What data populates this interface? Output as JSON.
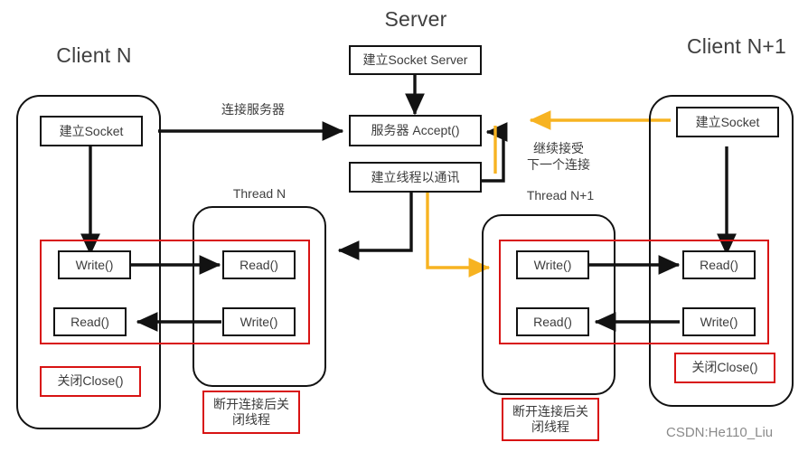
{
  "diagram": {
    "title_left": "Client N",
    "title_center": "Server",
    "title_right": "Client N+1",
    "thread_left_label": "Thread N",
    "thread_right_label": "Thread N+1",
    "watermark": "CSDN:He110_Liu"
  },
  "colors": {
    "stroke_black": "#121212",
    "stroke_red": "#d81313",
    "stroke_orange": "#f7b321",
    "text": "#3c3c3c",
    "background": "#ffffff"
  },
  "server": {
    "create_socket_server": "建立Socket Server",
    "accept": "服务器 Accept()",
    "create_thread": "建立线程以通讯"
  },
  "client_left": {
    "create_socket": "建立Socket",
    "write": "Write()",
    "read": "Read()",
    "close": "关闭Close()"
  },
  "client_right": {
    "create_socket": "建立Socket",
    "write": "Write()",
    "read": "Read()",
    "close": "关闭Close()"
  },
  "thread_left": {
    "read": "Read()",
    "write": "Write()",
    "close_note": "断开连接后关\n闭线程",
    "close_note_line1": "断开连接后关",
    "close_note_line2": "闭线程"
  },
  "thread_right": {
    "read": "Read()",
    "write": "Write()",
    "close_note_line1": "断开连接后关",
    "close_note_line2": "闭线程"
  },
  "edges": {
    "connect_server": "连接服务器",
    "keep_accept_line1": "继续接受",
    "keep_accept_line2": "下一个连接"
  }
}
